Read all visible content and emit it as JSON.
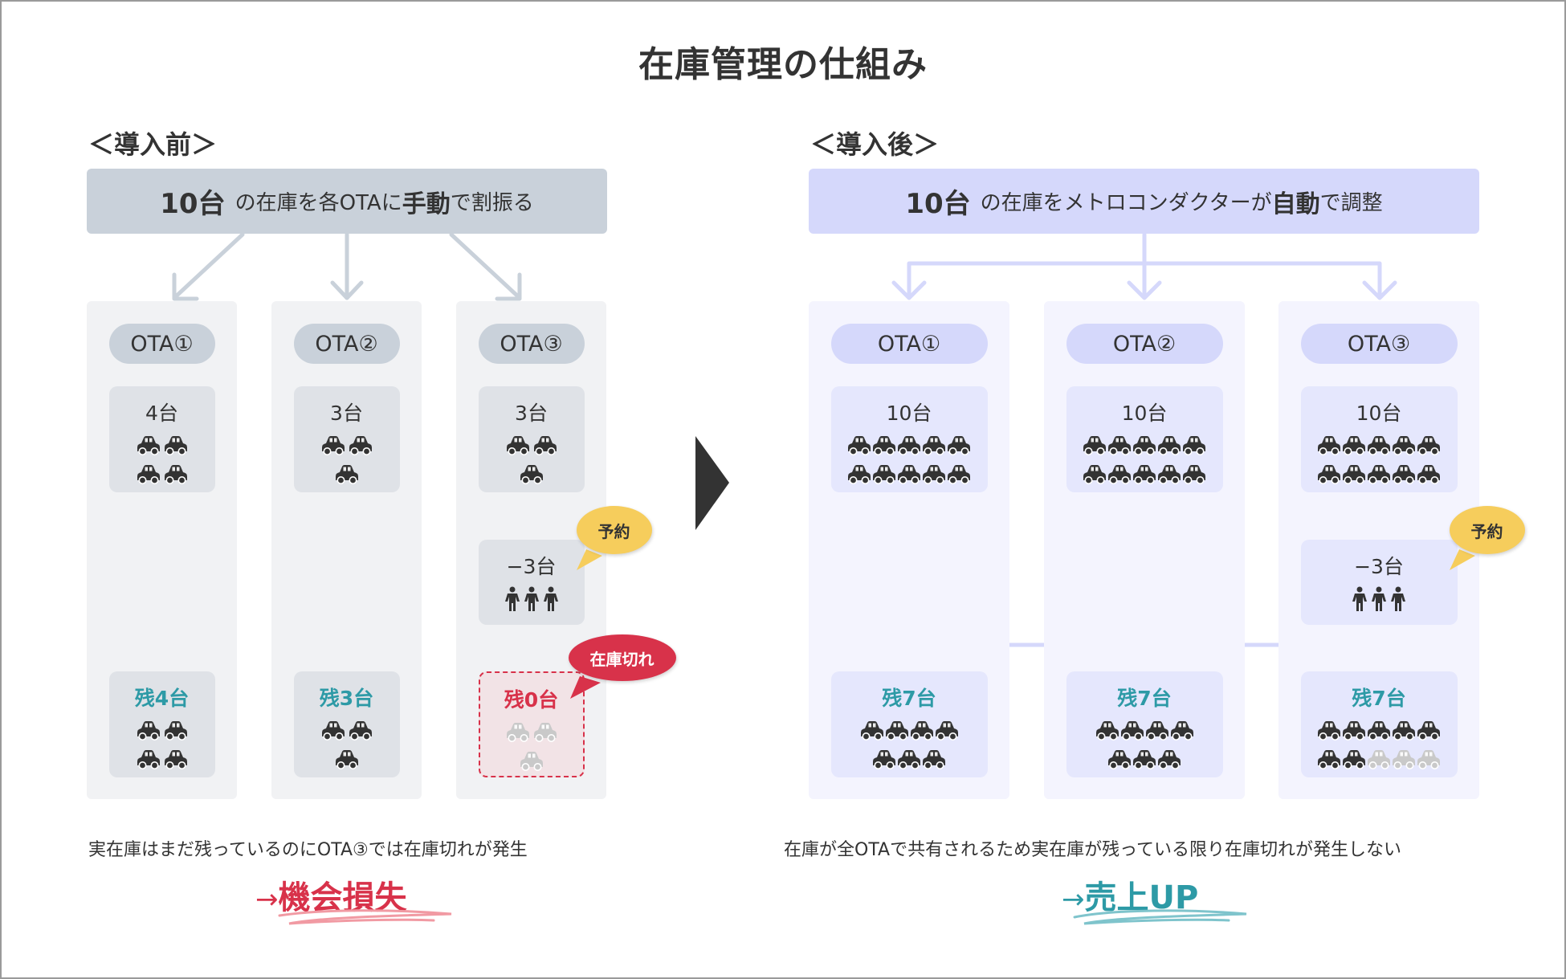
{
  "title": "在庫管理の仕組み",
  "colors": {
    "teal": "#2d9aa6",
    "red": "#d8324a",
    "yellow": "#f6cd5c",
    "before_accent": "#c9d1da",
    "after_accent": "#d5d8fb",
    "dark": "#333333"
  },
  "before": {
    "label": "＜導入前＞",
    "banner": {
      "big": "10台",
      "text1": "の在庫を各OTAに",
      "bold": "手動",
      "text2": "で割振る"
    },
    "columns": [
      {
        "ota": "OTA①",
        "allocated": {
          "label": "4台",
          "cars": 4
        },
        "remaining": {
          "label": "残4台",
          "cars_active": 4,
          "cars_inactive": 0
        }
      },
      {
        "ota": "OTA②",
        "allocated": {
          "label": "3台",
          "cars": 3
        },
        "remaining": {
          "label": "残3台",
          "cars_active": 3,
          "cars_inactive": 0
        }
      },
      {
        "ota": "OTA③",
        "allocated": {
          "label": "3台",
          "cars": 3
        },
        "booking": {
          "label": "−3台",
          "people": 3,
          "bubble": "予約"
        },
        "remaining": {
          "label": "残0台",
          "cars_active": 0,
          "cars_inactive": 3,
          "bubble": "在庫切れ"
        }
      }
    ],
    "caption": "実在庫はまだ残っているのにOTA③では在庫切れが発生",
    "outcome_arrow": "→",
    "outcome": "機会損失"
  },
  "after": {
    "label": "＜導入後＞",
    "banner": {
      "big": "10台",
      "text1": "の在庫をメトロコンダクターが",
      "bold": "自動",
      "text2": "で調整"
    },
    "columns": [
      {
        "ota": "OTA①",
        "allocated": {
          "label": "10台",
          "cars": 10
        },
        "remaining": {
          "label": "残7台",
          "cars_active": 7,
          "cars_inactive": 0
        }
      },
      {
        "ota": "OTA②",
        "allocated": {
          "label": "10台",
          "cars": 10
        },
        "remaining": {
          "label": "残7台",
          "cars_active": 7,
          "cars_inactive": 0
        }
      },
      {
        "ota": "OTA③",
        "allocated": {
          "label": "10台",
          "cars": 10
        },
        "booking": {
          "label": "−3台",
          "people": 3,
          "bubble": "予約"
        },
        "remaining": {
          "label": "残7台",
          "cars_active": 7,
          "cars_inactive": 3
        }
      }
    ],
    "caption": "在庫が全OTAで共有されるため実在庫が残っている限り在庫切れが発生しない",
    "outcome_arrow": "→",
    "outcome": "売上UP"
  }
}
